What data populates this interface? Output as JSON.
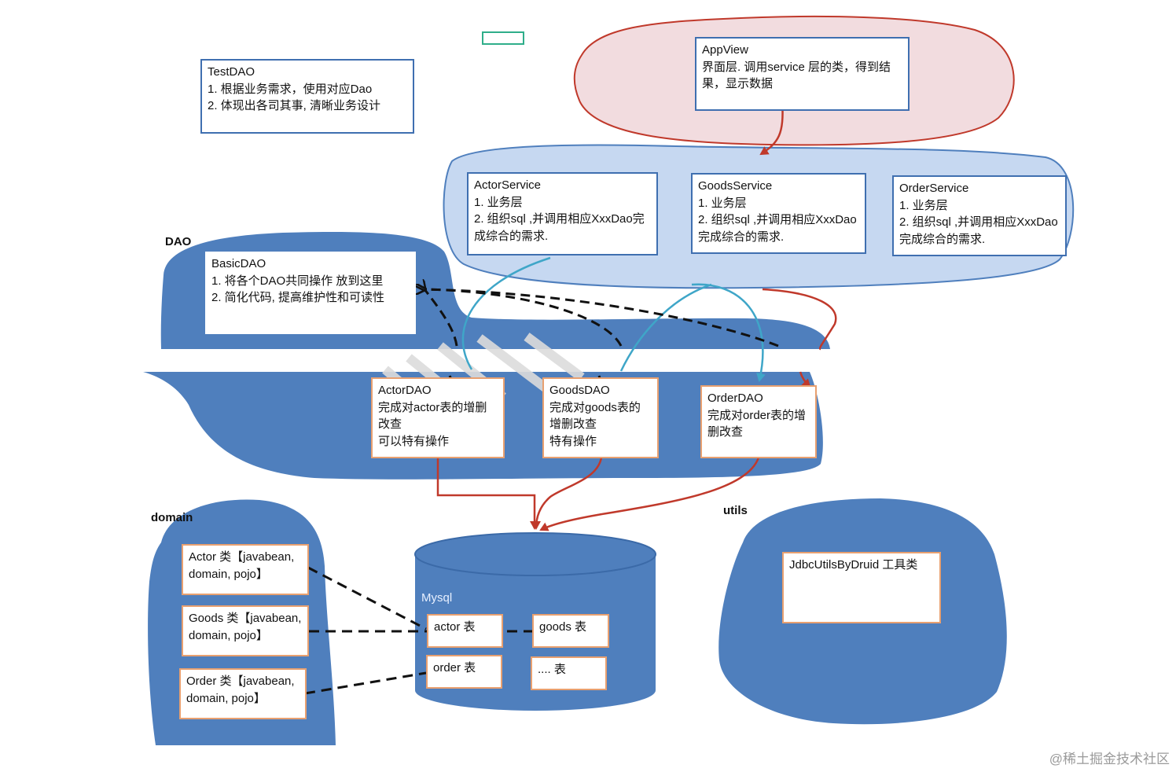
{
  "colors": {
    "blob_blue": "#4f7fbd",
    "light_blue": "#c6d8f1",
    "pink": "#f2dcdf",
    "arrow_red": "#c0392b",
    "arrow_teal": "#3fa6c8",
    "box_border_blue": "#3f6fb0",
    "box_border_orange": "#e8a070",
    "small_rect_green": "#2fae8a"
  },
  "labels": {
    "dao": "DAO",
    "domain": "domain",
    "utils": "utils",
    "mysql": "Mysql"
  },
  "boxes": {
    "test_dao": "TestDAO\n1. 根据业务需求，使用对应Dao\n2. 体现出各司其事, 清晰业务设计",
    "app_view": "AppView\n界面层. 调用service 层的类，得到结果，显示数据",
    "actor_service": "ActorService\n1. 业务层\n2. 组织sql ,并调用相应XxxDao完成综合的需求.",
    "goods_service": "GoodsService\n1. 业务层\n2. 组织sql ,并调用相应XxxDao 完成综合的需求.",
    "order_service": "OrderService\n1. 业务层\n2. 组织sql ,并调用相应XxxDao 完成综合的需求.",
    "basic_dao": "BasicDAO\n1. 将各个DAO共同操作 放到这里\n2.  简化代码, 提高维护性和可读性",
    "actor_dao": "ActorDAO\n完成对actor表的增删改查\n可以特有操作",
    "goods_dao": "GoodsDAO\n完成对goods表的增删改查\n特有操作",
    "order_dao": "OrderDAO\n完成对order表的增删改查",
    "actor_class": "Actor 类【javabean, domain, pojo】",
    "goods_class": "Goods 类【javabean, domain, pojo】",
    "order_class": "Order 类【javabean, domain, pojo】",
    "actor_table": "actor 表",
    "goods_table": "goods 表",
    "order_table": "order 表",
    "other_table": ".... 表",
    "jdbc_utils": "JdbcUtilsByDruid 工具类"
  },
  "watermark": "@稀土掘金技术社区"
}
